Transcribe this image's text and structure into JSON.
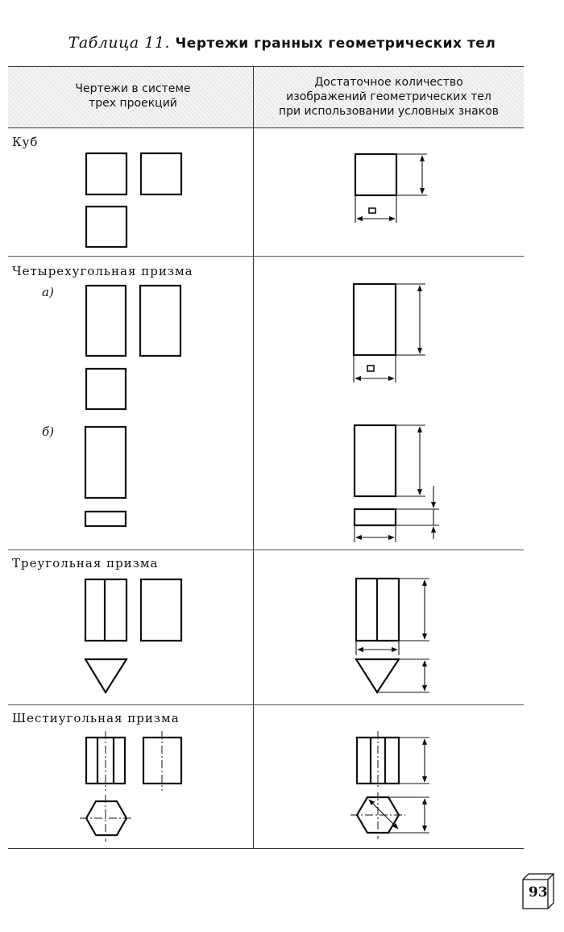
{
  "page": {
    "caption": "Таблица 11.",
    "title": "Чертежи гранных геометрических тел",
    "page_number": "93"
  },
  "table": {
    "headers": [
      "Чертежи в системе\nтрех проекций",
      "Достаточное количество\nизображений геометрических тел\nпри использовании условных знаков"
    ],
    "rows": [
      {
        "label": "Куб"
      },
      {
        "label": "Четырехугольная призма",
        "variants": [
          "а)",
          "б)"
        ]
      },
      {
        "label": "Треугольная призма"
      },
      {
        "label": "Шестиугольная призма"
      }
    ]
  }
}
